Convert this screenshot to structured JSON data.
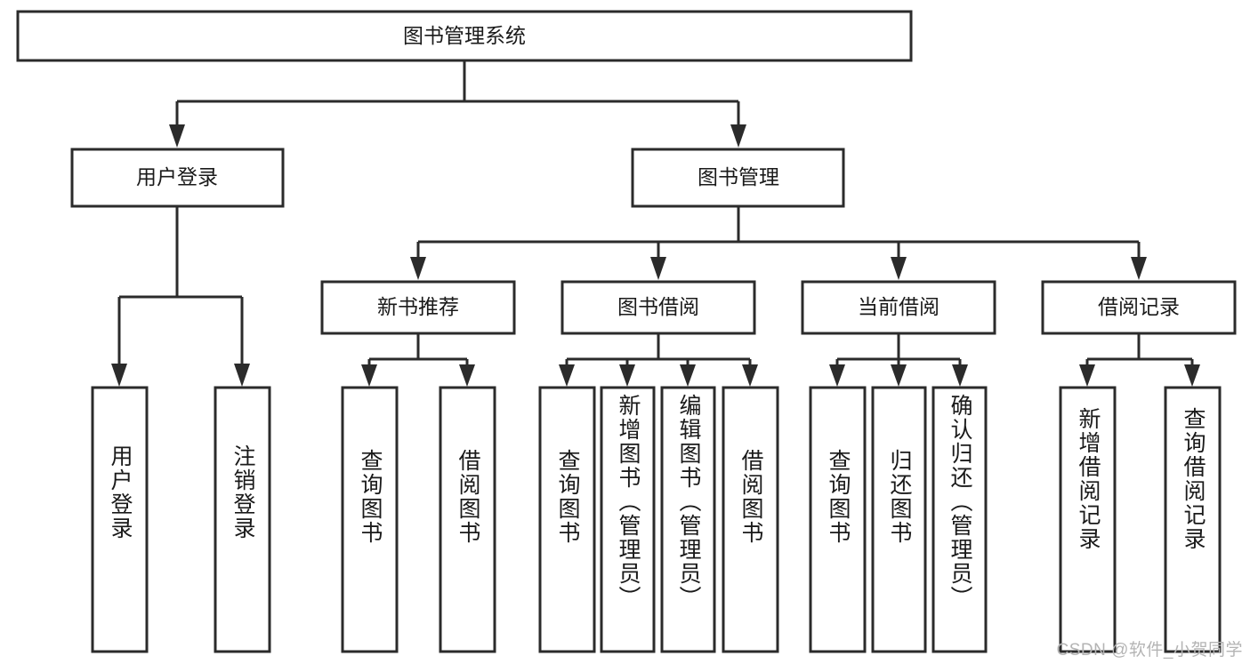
{
  "diagram": {
    "title": "图书管理系统",
    "watermark": "CSDN @软件_小贺同学",
    "style": {
      "stroke": "#2b2b2b",
      "fill": "#ffffff",
      "text": "#1a1a1a",
      "watermark_color": "#b4b4b4"
    },
    "levels": {
      "root": {
        "label": "图书管理系统"
      },
      "level2": [
        {
          "label": "用户登录"
        },
        {
          "label": "图书管理"
        }
      ],
      "level3": [
        {
          "label": "新书推荐"
        },
        {
          "label": "图书借阅"
        },
        {
          "label": "当前借阅"
        },
        {
          "label": "借阅记录"
        }
      ],
      "leaves": [
        {
          "label": "用户登录",
          "parent": "用户登录"
        },
        {
          "label": "注销登录",
          "parent": "用户登录"
        },
        {
          "label": "查询图书",
          "parent": "新书推荐"
        },
        {
          "label": "借阅图书",
          "parent": "新书推荐"
        },
        {
          "label": "查询图书",
          "parent": "图书借阅"
        },
        {
          "label": "新增图书（管理员）",
          "parent": "图书借阅"
        },
        {
          "label": "编辑图书（管理员）",
          "parent": "图书借阅"
        },
        {
          "label": "借阅图书",
          "parent": "图书借阅"
        },
        {
          "label": "查询图书",
          "parent": "当前借阅"
        },
        {
          "label": "归还图书",
          "parent": "当前借阅"
        },
        {
          "label": "确认归还（管理员）",
          "parent": "当前借阅"
        },
        {
          "label": "新增借阅记录",
          "parent": "借阅记录"
        },
        {
          "label": "查询借阅记录",
          "parent": "借阅记录"
        }
      ]
    }
  }
}
